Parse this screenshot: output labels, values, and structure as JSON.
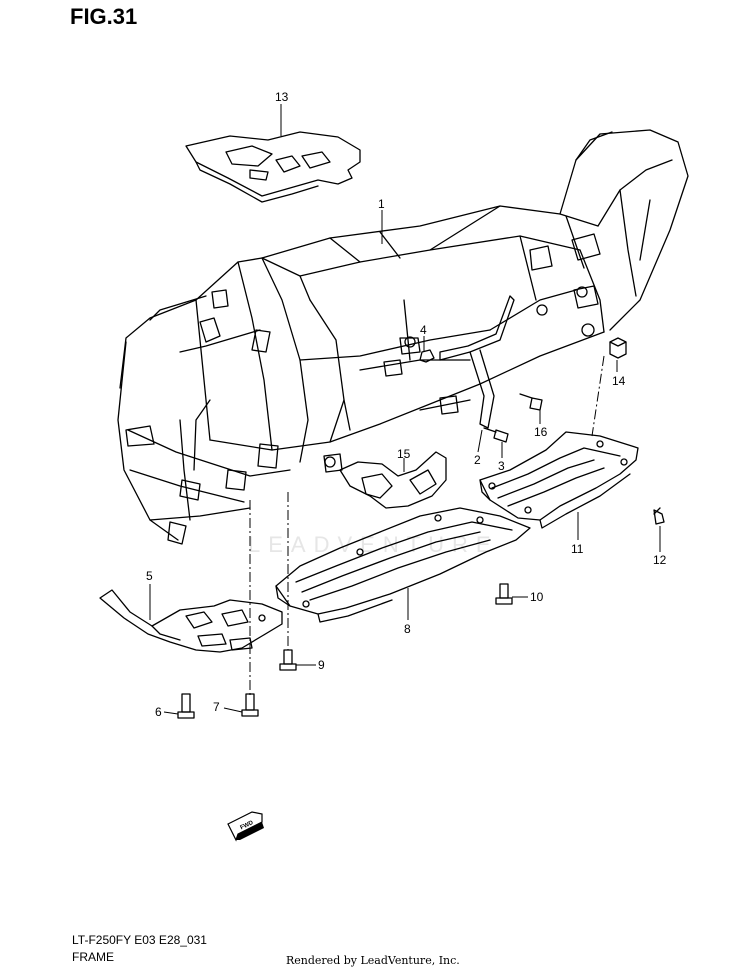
{
  "figure": {
    "title": "FIG.31"
  },
  "callouts": {
    "c1": "1",
    "c2": "2",
    "c3": "3",
    "c4": "4",
    "c5": "5",
    "c6": "6",
    "c7": "7",
    "c8": "8",
    "c9": "9",
    "c10": "10",
    "c11": "11",
    "c12": "12",
    "c13": "13",
    "c14": "14",
    "c15": "15",
    "c16": "16"
  },
  "direction_badge": {
    "text": "FWD"
  },
  "watermark": {
    "text": "LEADVENTURE"
  },
  "footer": {
    "model_code": "LT-F250FY E03 E28_031",
    "section_name": "FRAME",
    "rendered_by": "Rendered by LeadVenture, Inc."
  },
  "colors": {
    "line": "#000000",
    "background": "#ffffff",
    "watermark": "#e6e6e6"
  }
}
